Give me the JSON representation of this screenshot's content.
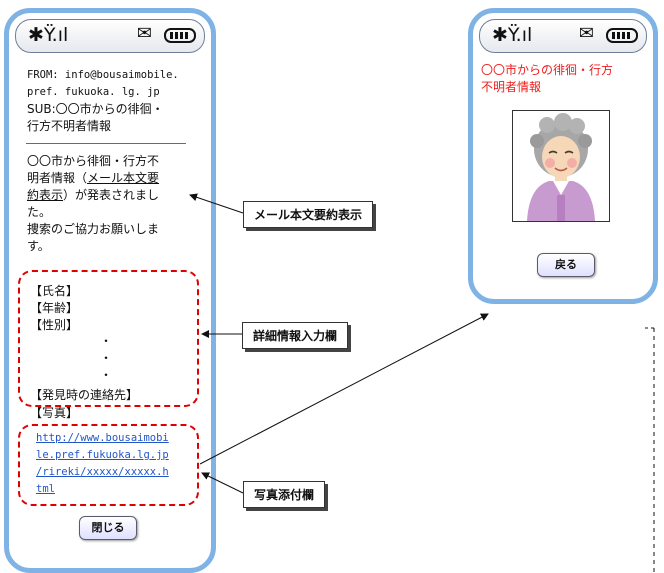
{
  "left_phone": {
    "from_line": "FROM: info@bousaimobile.",
    "from_line2": "pref. fukuoka. lg. jp",
    "sub_line": "SUB:〇〇市からの徘徊・",
    "sub_line2": "行方不明者情報",
    "body_line1": "〇〇市から徘徊・行方不",
    "body_line2_pre": "明者情報（",
    "body_line2_link": "メール本文要",
    "body_line3_link": "約表示",
    "body_line3_post": "）が発表されまし",
    "body_line4": "た。",
    "body_line5": "捜索のご協力お願いしま",
    "body_line6": "す。",
    "field_name": "【氏名】",
    "field_age": "【年齢】",
    "field_gender": "【性別】",
    "dot": "・",
    "field_contact": "【発見時の連絡先】",
    "field_photo": "【写真】",
    "url_line1": "http://www.bousaimobi",
    "url_line2": "le.pref.fukuoka.lg.jp",
    "url_line3": "/rireki/xxxxx/xxxxx.h",
    "url_line4": "tml",
    "close_button": "閉じる"
  },
  "right_phone": {
    "title_line1": "〇〇市からの徘徊・行方",
    "title_line2": "不明者情報",
    "back_button": "戻る"
  },
  "callouts": {
    "summary": "メール本文要約表示",
    "details": "詳細情報入力欄",
    "photo": "写真添付欄"
  },
  "icons": {
    "signal": "antenna-signal-icon",
    "mail": "mail-icon",
    "battery": "battery-icon",
    "photo": "elderly-woman-photo-icon"
  },
  "colors": {
    "phone_border": "#7fb3e6",
    "red_text": "#ee1c1c",
    "link": "#2256c7"
  }
}
